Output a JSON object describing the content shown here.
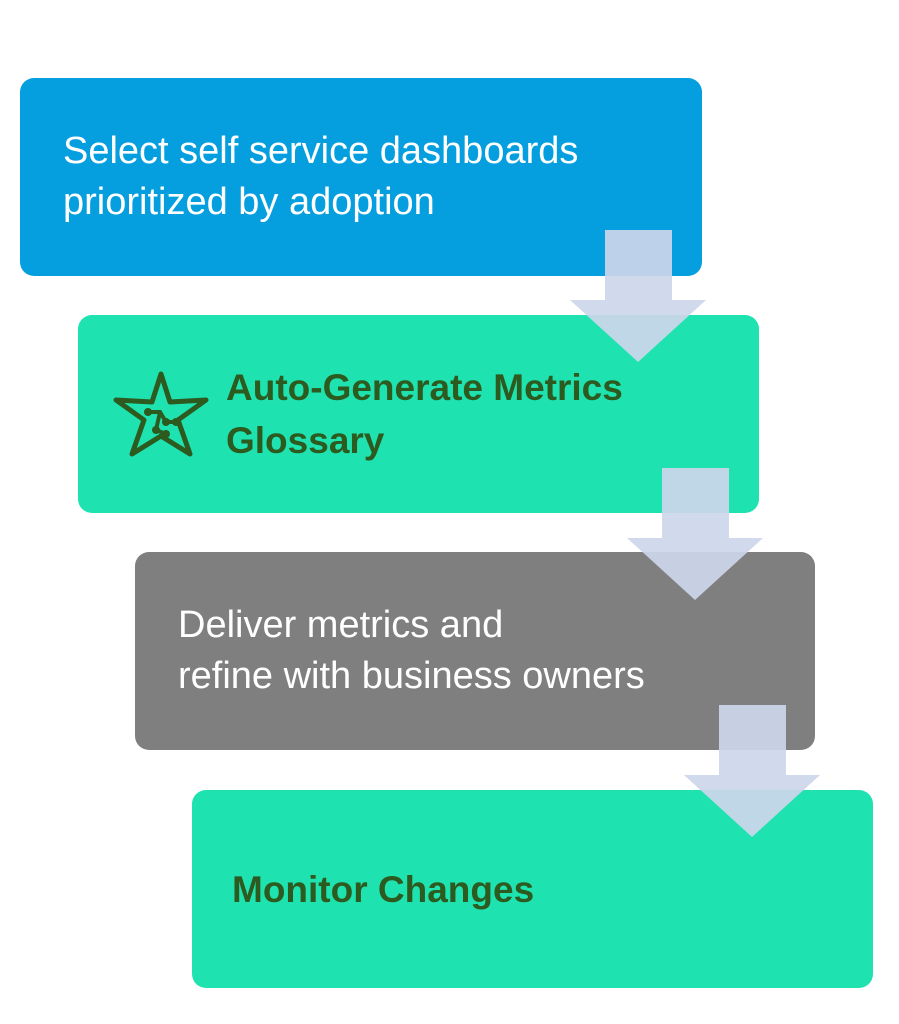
{
  "steps": [
    {
      "label": "Select self service dashboards\nprioritized by adoption",
      "color": "#059fe0"
    },
    {
      "label": "Auto-Generate Metrics\nGlossary",
      "color": "#1ee3b1",
      "icon": "star-network-logo-icon"
    },
    {
      "label": "Deliver metrics and\nrefine with business owners",
      "color": "#7f7f7f"
    },
    {
      "label": "Monitor Changes",
      "color": "#1ee3b1"
    }
  ],
  "colors": {
    "dark_text": "#2d5a1e",
    "arrow": "#cdd6ea"
  }
}
